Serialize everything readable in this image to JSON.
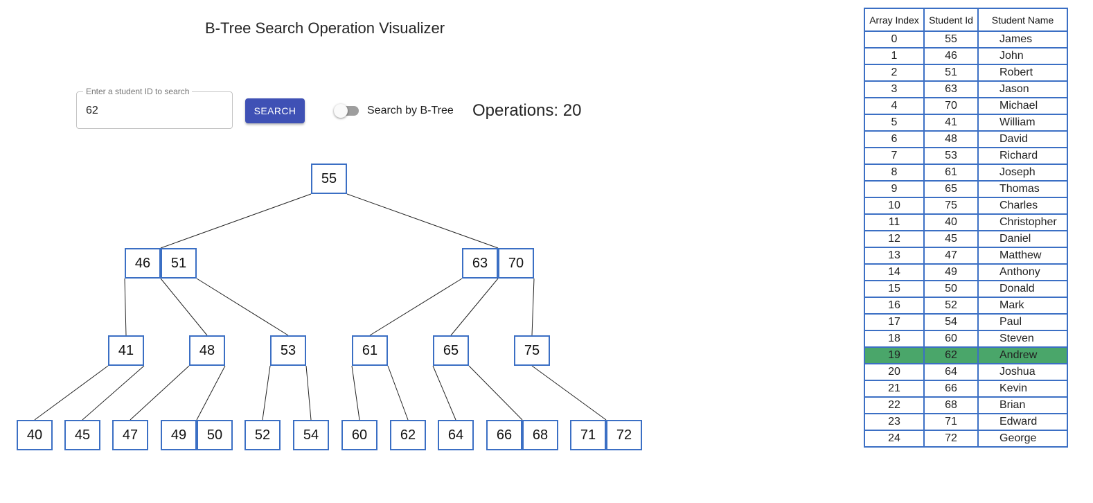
{
  "title": "B-Tree Search Operation Visualizer",
  "search": {
    "label": "Enter a student ID to search",
    "value": "62",
    "button_label": "SEARCH"
  },
  "toggle": {
    "label": "Search by B-Tree",
    "checked": false
  },
  "operations_text": "Operations: 20",
  "colors": {
    "accent": "#3f51b5",
    "node_border": "#3b6fc4",
    "highlight": "#4aa66a"
  },
  "tree": {
    "root": {
      "keys": [
        55
      ],
      "children": [
        {
          "keys": [
            46,
            51
          ],
          "children": [
            {
              "keys": [
                41
              ],
              "children": [
                {
                  "keys": [
                    40
                  ]
                },
                {
                  "keys": [
                    45
                  ]
                }
              ]
            },
            {
              "keys": [
                48
              ],
              "children": [
                {
                  "keys": [
                    47
                  ]
                },
                {
                  "keys": [
                    49,
                    50
                  ]
                }
              ]
            },
            {
              "keys": [
                53
              ],
              "children": [
                {
                  "keys": [
                    52
                  ]
                },
                {
                  "keys": [
                    54
                  ]
                }
              ]
            }
          ]
        },
        {
          "keys": [
            63,
            70
          ],
          "children": [
            {
              "keys": [
                61
              ],
              "children": [
                {
                  "keys": [
                    60
                  ]
                },
                {
                  "keys": [
                    62
                  ]
                }
              ]
            },
            {
              "keys": [
                65
              ],
              "children": [
                {
                  "keys": [
                    64
                  ]
                },
                {
                  "keys": [
                    66,
                    68
                  ]
                }
              ]
            },
            {
              "keys": [
                75
              ],
              "children": [
                {
                  "keys": [
                    71,
                    72
                  ]
                }
              ]
            }
          ]
        }
      ]
    }
  },
  "table": {
    "headers": [
      "Array Index",
      "Student Id",
      "Student Name"
    ],
    "highlight_row": 19,
    "rows": [
      [
        "0",
        "55",
        "James"
      ],
      [
        "1",
        "46",
        "John"
      ],
      [
        "2",
        "51",
        "Robert"
      ],
      [
        "3",
        "63",
        "Jason"
      ],
      [
        "4",
        "70",
        "Michael"
      ],
      [
        "5",
        "41",
        "William"
      ],
      [
        "6",
        "48",
        "David"
      ],
      [
        "7",
        "53",
        "Richard"
      ],
      [
        "8",
        "61",
        "Joseph"
      ],
      [
        "9",
        "65",
        "Thomas"
      ],
      [
        "10",
        "75",
        "Charles"
      ],
      [
        "11",
        "40",
        "Christopher"
      ],
      [
        "12",
        "45",
        "Daniel"
      ],
      [
        "13",
        "47",
        "Matthew"
      ],
      [
        "14",
        "49",
        "Anthony"
      ],
      [
        "15",
        "50",
        "Donald"
      ],
      [
        "16",
        "52",
        "Mark"
      ],
      [
        "17",
        "54",
        "Paul"
      ],
      [
        "18",
        "60",
        "Steven"
      ],
      [
        "19",
        "62",
        "Andrew"
      ],
      [
        "20",
        "64",
        "Joshua"
      ],
      [
        "21",
        "66",
        "Kevin"
      ],
      [
        "22",
        "68",
        "Brian"
      ],
      [
        "23",
        "71",
        "Edward"
      ],
      [
        "24",
        "72",
        "George"
      ]
    ]
  }
}
